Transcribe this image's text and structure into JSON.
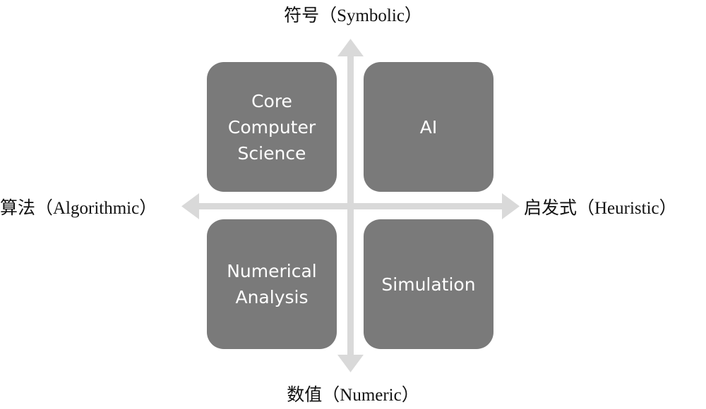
{
  "axes": {
    "top": "符号（Symbolic）",
    "bottom": "数值（Numeric）",
    "left": "算法（Algorithmic）",
    "right": "启发式（Heuristic）"
  },
  "quadrants": {
    "top_left": "Core\nComputer\nScience",
    "top_right": "AI",
    "bottom_left": "Numerical\nAnalysis",
    "bottom_right": "Simulation"
  },
  "colors": {
    "box": "#7a7a7a",
    "axis": "#d9d9d9",
    "box_text": "#ffffff"
  }
}
